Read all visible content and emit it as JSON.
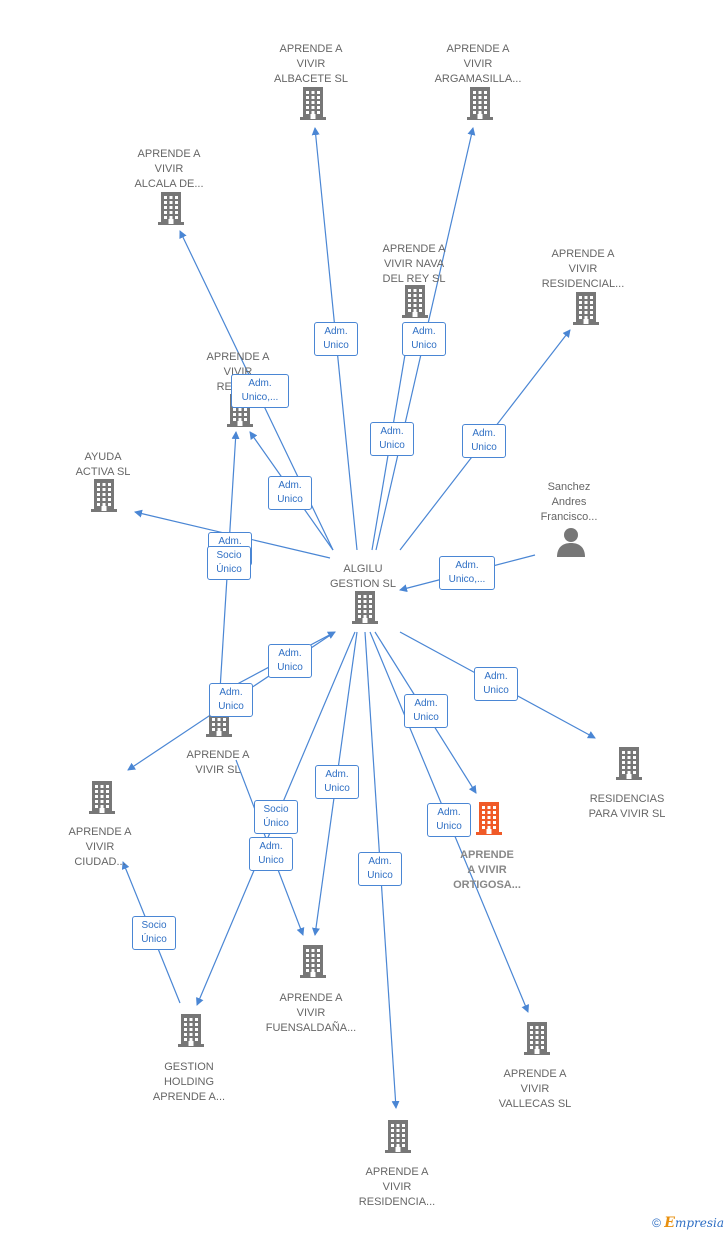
{
  "colors": {
    "edge": "#4a86d4",
    "building": "#777777",
    "focus_building": "#f05a28",
    "label": "#666666"
  },
  "nodes": [
    {
      "id": "albacete",
      "lines": [
        "APRENDE A",
        "VIVIR",
        "ALBACETE  SL"
      ],
      "icon": "building-icon"
    },
    {
      "id": "argamasilla",
      "lines": [
        "APRENDE A",
        "VIVIR",
        "ARGAMASILLA..."
      ],
      "icon": "building-icon"
    },
    {
      "id": "alcala",
      "lines": [
        "APRENDE A",
        "VIVIR",
        "ALCALA DE..."
      ],
      "icon": "building-icon"
    },
    {
      "id": "nava",
      "lines": [
        "APRENDE A",
        "VIVIR NAVA",
        "DEL REY  SL"
      ],
      "icon": "building-icon"
    },
    {
      "id": "residencial",
      "lines": [
        "APRENDE A",
        "VIVIR",
        "RESIDENCIAL..."
      ],
      "icon": "building-icon"
    },
    {
      "id": "resid",
      "lines": [
        "APRENDE A",
        "VIVIR",
        "RESID..."
      ],
      "icon": "building-icon"
    },
    {
      "id": "ayuda",
      "lines": [
        "AYUDA",
        "ACTIVA  SL"
      ],
      "icon": "building-icon"
    },
    {
      "id": "sanchez",
      "lines": [
        "Sanchez",
        "Andres",
        "Francisco..."
      ],
      "icon": "person-icon"
    },
    {
      "id": "algilu",
      "lines": [
        "ALGILU",
        "GESTION  SL"
      ],
      "icon": "building-icon"
    },
    {
      "id": "aprende_sl",
      "lines": [
        "APRENDE A",
        "VIVIR SL"
      ],
      "icon": "building-icon"
    },
    {
      "id": "residencias",
      "lines": [
        "RESIDENCIAS",
        "PARA VIVIR  SL"
      ],
      "icon": "building-icon"
    },
    {
      "id": "ciudad",
      "lines": [
        "APRENDE A",
        "VIVIR",
        "CIUDAD..."
      ],
      "icon": "building-icon"
    },
    {
      "id": "ortigosa",
      "lines": [
        "APRENDE",
        "A VIVIR",
        "ORTIGOSA..."
      ],
      "icon": "building-icon",
      "focus": true
    },
    {
      "id": "fuensaldana",
      "lines": [
        "APRENDE A",
        "VIVIR",
        "FUENSALDAÑA..."
      ],
      "icon": "building-icon"
    },
    {
      "id": "gestion",
      "lines": [
        "GESTION",
        "HOLDING",
        "APRENDE A..."
      ],
      "icon": "building-icon"
    },
    {
      "id": "vallecas",
      "lines": [
        "APRENDE A",
        "VIVIR",
        "VALLECAS  SL"
      ],
      "icon": "building-icon"
    },
    {
      "id": "residencia",
      "lines": [
        "APRENDE A",
        "VIVIR",
        "RESIDENCIA..."
      ],
      "icon": "building-icon"
    }
  ],
  "edges": [
    {
      "from": "algilu",
      "to": "albacete",
      "label": [
        "Adm.",
        "Unico"
      ]
    },
    {
      "from": "algilu",
      "to": "argamasilla",
      "label": [
        "Adm.",
        "Unico"
      ]
    },
    {
      "from": "algilu",
      "to": "alcala",
      "label": [
        "Adm.",
        "Unico,..."
      ]
    },
    {
      "from": "algilu",
      "to": "nava",
      "label": [
        "Adm.",
        "Unico"
      ]
    },
    {
      "from": "algilu",
      "to": "residencial",
      "label": [
        "Adm.",
        "Unico"
      ]
    },
    {
      "from": "algilu",
      "to": "resid",
      "label": [
        "Adm.",
        "Unico"
      ]
    },
    {
      "from": "algilu",
      "to": "ayuda",
      "label": [
        "Adm.",
        "Unico"
      ]
    },
    {
      "from": "sanchez",
      "to": "algilu",
      "label": [
        "Adm.",
        "Unico,..."
      ]
    },
    {
      "from": "algilu",
      "to": "ciudad",
      "label": [
        "Adm.",
        "Unico"
      ]
    },
    {
      "from": "aprende_sl",
      "to": "resid",
      "label": [
        "Socio",
        "Único"
      ]
    },
    {
      "from": "algilu",
      "to": "residencias",
      "label": [
        "Adm.",
        "Unico"
      ]
    },
    {
      "from": "algilu",
      "to": "ortigosa",
      "label": [
        "Adm.",
        "Unico"
      ]
    },
    {
      "from": "algilu",
      "to": "fuensaldana",
      "label": [
        "Adm.",
        "Unico"
      ]
    },
    {
      "from": "aprende_sl",
      "to": "fuensaldana",
      "label": [
        "Adm.",
        "Unico"
      ]
    },
    {
      "from": "algilu",
      "to": "gestion",
      "label": [
        "Socio",
        "Único"
      ]
    },
    {
      "from": "gestion",
      "to": "ciudad",
      "label": [
        "Socio",
        "Único"
      ]
    },
    {
      "from": "algilu",
      "to": "vallecas",
      "label": [
        "Adm.",
        "Unico"
      ]
    },
    {
      "from": "algilu",
      "to": "residencia",
      "label": [
        "Adm.",
        "Unico"
      ]
    },
    {
      "from": "aprende_sl",
      "to": "algilu",
      "label": [
        "Adm.",
        "Unico"
      ]
    }
  ],
  "footer": {
    "copyright": "©",
    "brand_initial": "E",
    "brand_rest": "mpresia"
  }
}
